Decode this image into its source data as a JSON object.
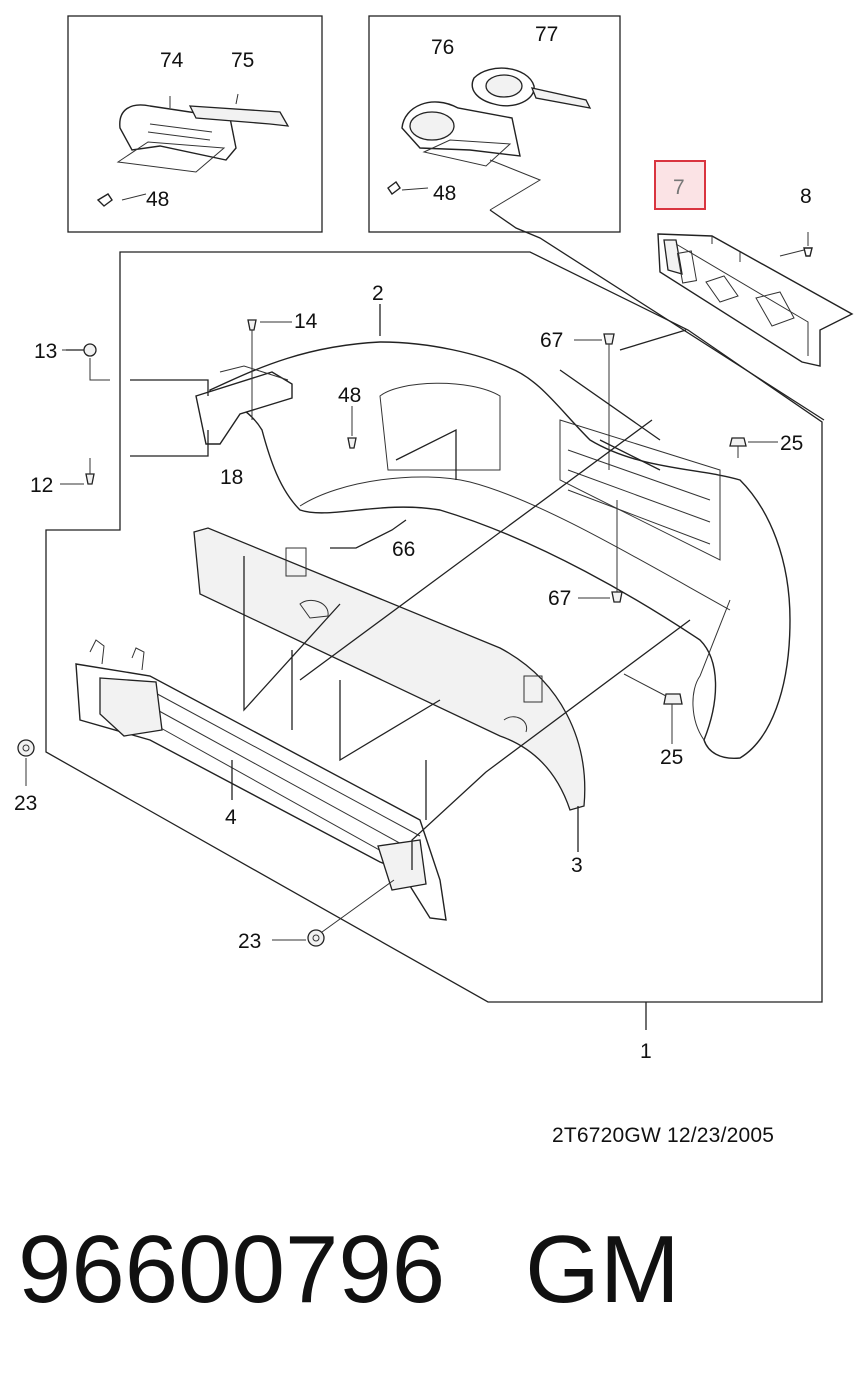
{
  "callouts": {
    "c74": "74",
    "c75": "75",
    "c48a": "48",
    "c76": "76",
    "c77": "77",
    "c48b": "48",
    "c7": "7",
    "c8": "8",
    "c2": "2",
    "c14": "14",
    "c13": "13",
    "c12": "12",
    "c18": "18",
    "c48c": "48",
    "c67a": "67",
    "c25a": "25",
    "c66": "66",
    "c67b": "67",
    "c25b": "25",
    "c23a": "23",
    "c4": "4",
    "c3": "3",
    "c23b": "23",
    "c1": "1"
  },
  "highlight_color": "#d9343f",
  "highlight_fill": "#fbe3e5",
  "diagram_code": "2T6720GW  12/23/2005",
  "part_number": "96600796   GM"
}
